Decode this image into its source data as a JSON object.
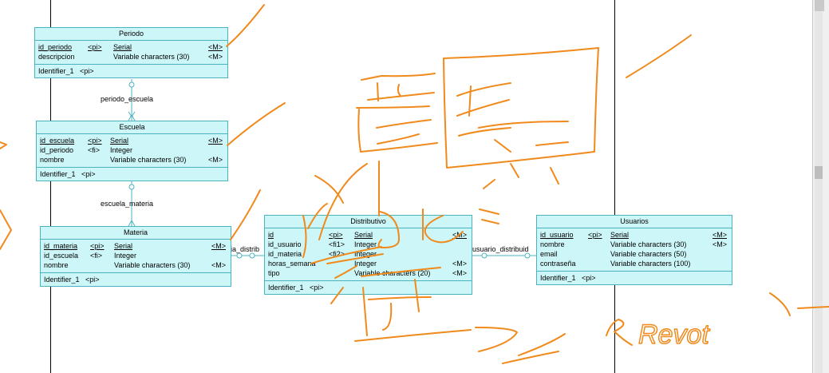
{
  "entities": [
    {
      "id": "periodo",
      "title": "Periodo",
      "attrs": [
        {
          "name": "id_periodo",
          "tag": "<pi>",
          "type": "Serial",
          "mandatory": "<M>",
          "pk": true
        },
        {
          "name": "descripcion",
          "tag": "",
          "type": "Variable characters (30)",
          "mandatory": "<M>",
          "pk": false
        }
      ],
      "identifier": "Identifier_1   <pi>"
    },
    {
      "id": "escuela",
      "title": "Escuela",
      "attrs": [
        {
          "name": "id_escuela",
          "tag": "<pi>",
          "type": "Serial",
          "mandatory": "<M>",
          "pk": true
        },
        {
          "name": "id_periodo",
          "tag": "<fi>",
          "type": "Integer",
          "mandatory": "",
          "pk": false
        },
        {
          "name": "nombre",
          "tag": "",
          "type": "Variable characters (30)",
          "mandatory": "<M>",
          "pk": false
        }
      ],
      "identifier": "Identifier_1   <pi>"
    },
    {
      "id": "materia",
      "title": "Materia",
      "attrs": [
        {
          "name": "id_materia",
          "tag": "<pi>",
          "type": "Serial",
          "mandatory": "<M>",
          "pk": true
        },
        {
          "name": "id_escuela",
          "tag": "<fi>",
          "type": "Integer",
          "mandatory": "",
          "pk": false
        },
        {
          "name": "nombre",
          "tag": "",
          "type": "Variable characters (30)",
          "mandatory": "<M>",
          "pk": false
        }
      ],
      "identifier": "Identifier_1   <pi>"
    },
    {
      "id": "distributivo",
      "title": "Distributivo",
      "attrs": [
        {
          "name": "id",
          "tag": "<pi>",
          "type": "Serial",
          "mandatory": "<M>",
          "pk": true
        },
        {
          "name": "id_usuario",
          "tag": "<fi1>",
          "type": "Integer",
          "mandatory": "",
          "pk": false
        },
        {
          "name": "id_materia",
          "tag": "<fi2>",
          "type": "Integer",
          "mandatory": "",
          "pk": false
        },
        {
          "name": "horas_semana",
          "tag": "",
          "type": "Integer",
          "mandatory": "<M>",
          "pk": false
        },
        {
          "name": "tipo",
          "tag": "",
          "type": "Variable characters (20)",
          "mandatory": "<M>",
          "pk": false
        }
      ],
      "identifier": "Identifier_1   <pi>"
    },
    {
      "id": "usuarios",
      "title": "Usuarios",
      "attrs": [
        {
          "name": "id_usuario",
          "tag": "<pi>",
          "type": "Serial",
          "mandatory": "<M>",
          "pk": true
        },
        {
          "name": "nombre",
          "tag": "",
          "type": "Variable characters (30)",
          "mandatory": "<M>",
          "pk": false
        },
        {
          "name": "email",
          "tag": "",
          "type": "Variable characters (50)",
          "mandatory": "",
          "pk": false
        },
        {
          "name": "contraseña",
          "tag": "",
          "type": "Variable characters (100)",
          "mandatory": "",
          "pk": false
        }
      ],
      "identifier": "Identifier_1   <pi>"
    }
  ],
  "relationships": {
    "periodo_escuela": "periodo_escuela",
    "escuela_materia": "escuela_materia",
    "materia_distributivo": "ia_distrib",
    "usuario_distributivo": "usuario_distribuid"
  },
  "colors": {
    "entity_fill": "#cdf6f8",
    "entity_border": "#4bb3c0",
    "annotation": "#f08a1c"
  },
  "annotation_text": "Revot"
}
